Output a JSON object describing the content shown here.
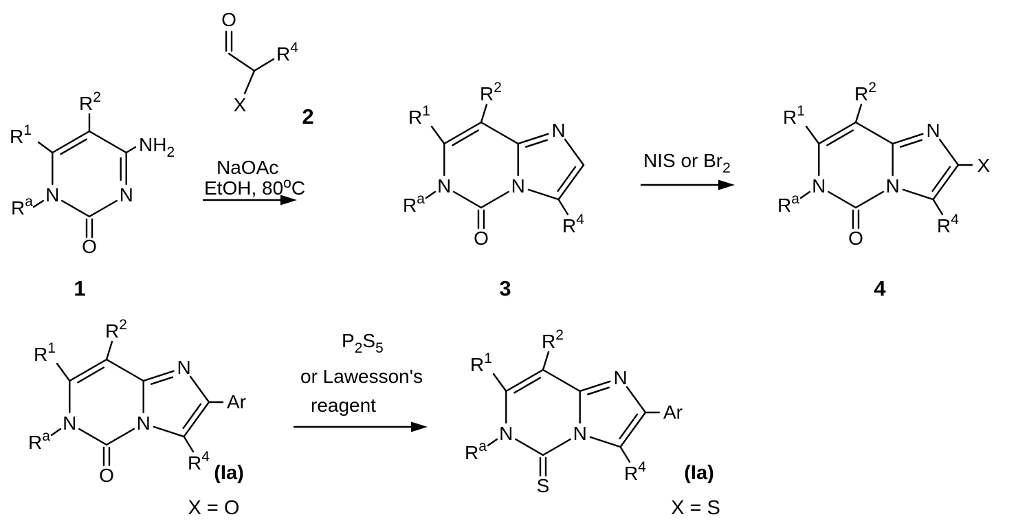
{
  "page": {
    "background": "#ffffff",
    "ink": "#000000",
    "kind": "chemical reaction scheme"
  },
  "labels": {
    "r1": {
      "base": "R",
      "sup": "1"
    },
    "r2": {
      "base": "R",
      "sup": "2"
    },
    "ra": {
      "base": "R",
      "sup": "a"
    },
    "r4": {
      "base": "R",
      "sup": "4"
    },
    "nh2": {
      "base": "NH",
      "sub": "2"
    },
    "n": "N",
    "o": "O",
    "s": "S",
    "x": "X",
    "ar": "Ar"
  },
  "compounds": {
    "c1": {
      "number": "1"
    },
    "c2": {
      "number": "2"
    },
    "c3": {
      "number": "3"
    },
    "c4": {
      "number": "4"
    },
    "ia_o": {
      "number": "(Ia)",
      "variant": "X = O"
    },
    "ia_s": {
      "number": "(Ia)",
      "variant": "X = S"
    }
  },
  "conditions": {
    "step1": {
      "line1": "NaOAc",
      "line2_pre": "EtOH, 80",
      "line2_sup": "o",
      "line2_post": "C"
    },
    "step2": {
      "pre": "NIS or Br",
      "sub": "2"
    },
    "step3": {
      "l1_p1": "P",
      "l1_s1": "2",
      "l1_p2": "S",
      "l1_s2": "5",
      "line2": "or Lawesson's",
      "line3": "reagent"
    }
  }
}
